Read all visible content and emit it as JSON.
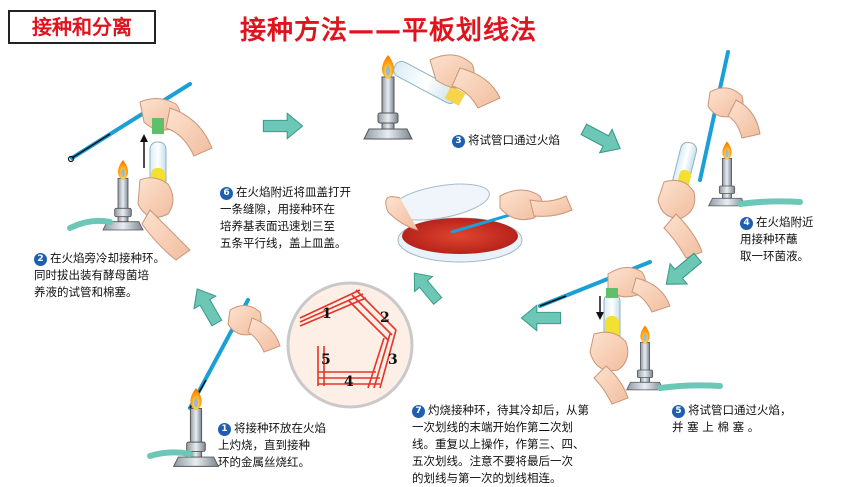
{
  "header": {
    "section_label": "接种和分离",
    "title": "接种方法——平板划线法"
  },
  "steps": [
    {
      "num": "1",
      "lines": [
        "将接种环放在火焰",
        "上灼烧，直到接种",
        "环的金属丝烧红。"
      ]
    },
    {
      "num": "2",
      "lines": [
        "在火焰旁冷却接种环。",
        "同时拔出装有酵母菌培",
        "养液的试管和棉塞。"
      ]
    },
    {
      "num": "3",
      "lines": [
        "将试管口通过火焰"
      ]
    },
    {
      "num": "4",
      "lines": [
        "在火焰附近",
        "用接种环蘸",
        "取一环菌液。"
      ]
    },
    {
      "num": "5",
      "lines": [
        "将试管口通过火焰，",
        "并 塞 上 棉 塞 。"
      ]
    },
    {
      "num": "6",
      "lines": [
        "在火焰附近将皿盖打开",
        "一条缝隙，用接种环在",
        "培养基表面迅速划三至",
        "五条平行线，盖上皿盖。"
      ]
    },
    {
      "num": "7",
      "lines": [
        "灼烧接种环，待其冷却后，从第",
        "一次划线的末端开始作第二次划",
        "线。重复以上操作，作第三、四、",
        "五次划线。注意不要将最后一次",
        "的划线与第一次的划线相连。"
      ]
    }
  ],
  "plate": {
    "region_labels": [
      "1",
      "2",
      "3",
      "4",
      "5"
    ]
  },
  "colors": {
    "title_red": "#e0141e",
    "step_number_blue": "#1f5fb0",
    "arrow_fill": "#6cc7b6",
    "streak_red": "#e53327"
  }
}
